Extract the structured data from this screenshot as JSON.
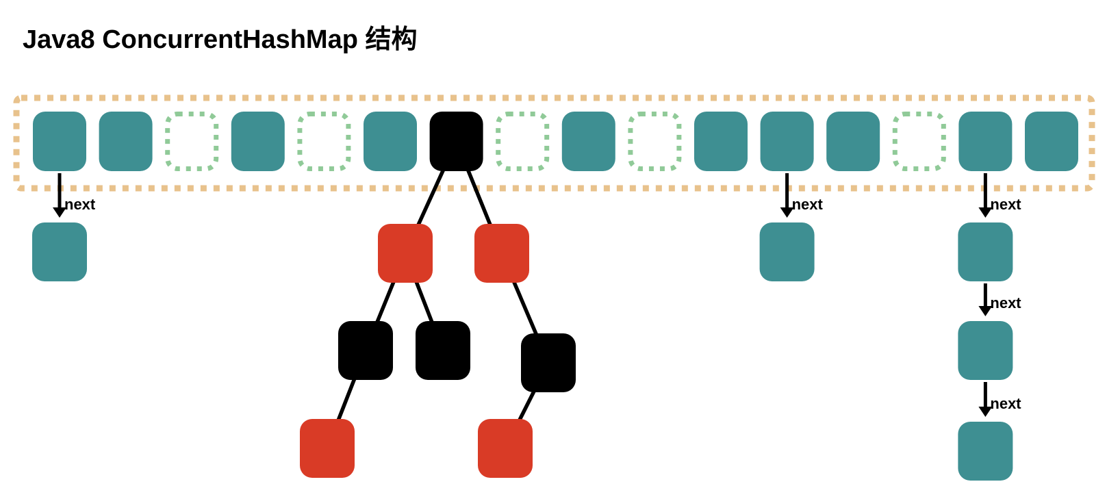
{
  "title": "Java8 ConcurrentHashMap 结构",
  "labels": {
    "next": "next"
  },
  "colors": {
    "node_teal": "#3E8F92",
    "node_red": "#D93B26",
    "node_black": "#000000",
    "empty_slot_green": "#90CA98",
    "array_border_orange": "#E8C28C",
    "edge_black": "#000000",
    "background": "#FFFFFF",
    "title_text": "#000000"
  },
  "array": {
    "slot_count": 16,
    "slots": [
      {
        "index": 0,
        "type": "node"
      },
      {
        "index": 1,
        "type": "node"
      },
      {
        "index": 2,
        "type": "empty"
      },
      {
        "index": 3,
        "type": "node"
      },
      {
        "index": 4,
        "type": "empty"
      },
      {
        "index": 5,
        "type": "node"
      },
      {
        "index": 6,
        "type": "tree_root"
      },
      {
        "index": 7,
        "type": "empty"
      },
      {
        "index": 8,
        "type": "node"
      },
      {
        "index": 9,
        "type": "empty"
      },
      {
        "index": 10,
        "type": "node"
      },
      {
        "index": 11,
        "type": "node"
      },
      {
        "index": 12,
        "type": "node"
      },
      {
        "index": 13,
        "type": "empty"
      },
      {
        "index": 14,
        "type": "node"
      },
      {
        "index": 15,
        "type": "node"
      }
    ]
  },
  "linked_lists": [
    {
      "bucket_index": 0,
      "arrow_label": "next",
      "node_colors": [
        "teal"
      ]
    },
    {
      "bucket_index": 11,
      "arrow_label": "next",
      "node_colors": [
        "teal"
      ]
    },
    {
      "bucket_index": 14,
      "arrow_label": "next",
      "node_colors": [
        "teal",
        "teal",
        "teal"
      ]
    }
  ],
  "red_black_tree": {
    "root_bucket_index": 6,
    "root_color": "black",
    "nodes": [
      {
        "id": "rL",
        "color": "red",
        "parent": "root"
      },
      {
        "id": "rR",
        "color": "red",
        "parent": "root"
      },
      {
        "id": "bLL",
        "color": "black",
        "parent": "rL"
      },
      {
        "id": "bLR",
        "color": "black",
        "parent": "rL"
      },
      {
        "id": "bRR",
        "color": "black",
        "parent": "rR"
      },
      {
        "id": "rLLL",
        "color": "red",
        "parent": "bLL"
      },
      {
        "id": "rRRL",
        "color": "red",
        "parent": "bRR"
      }
    ]
  }
}
